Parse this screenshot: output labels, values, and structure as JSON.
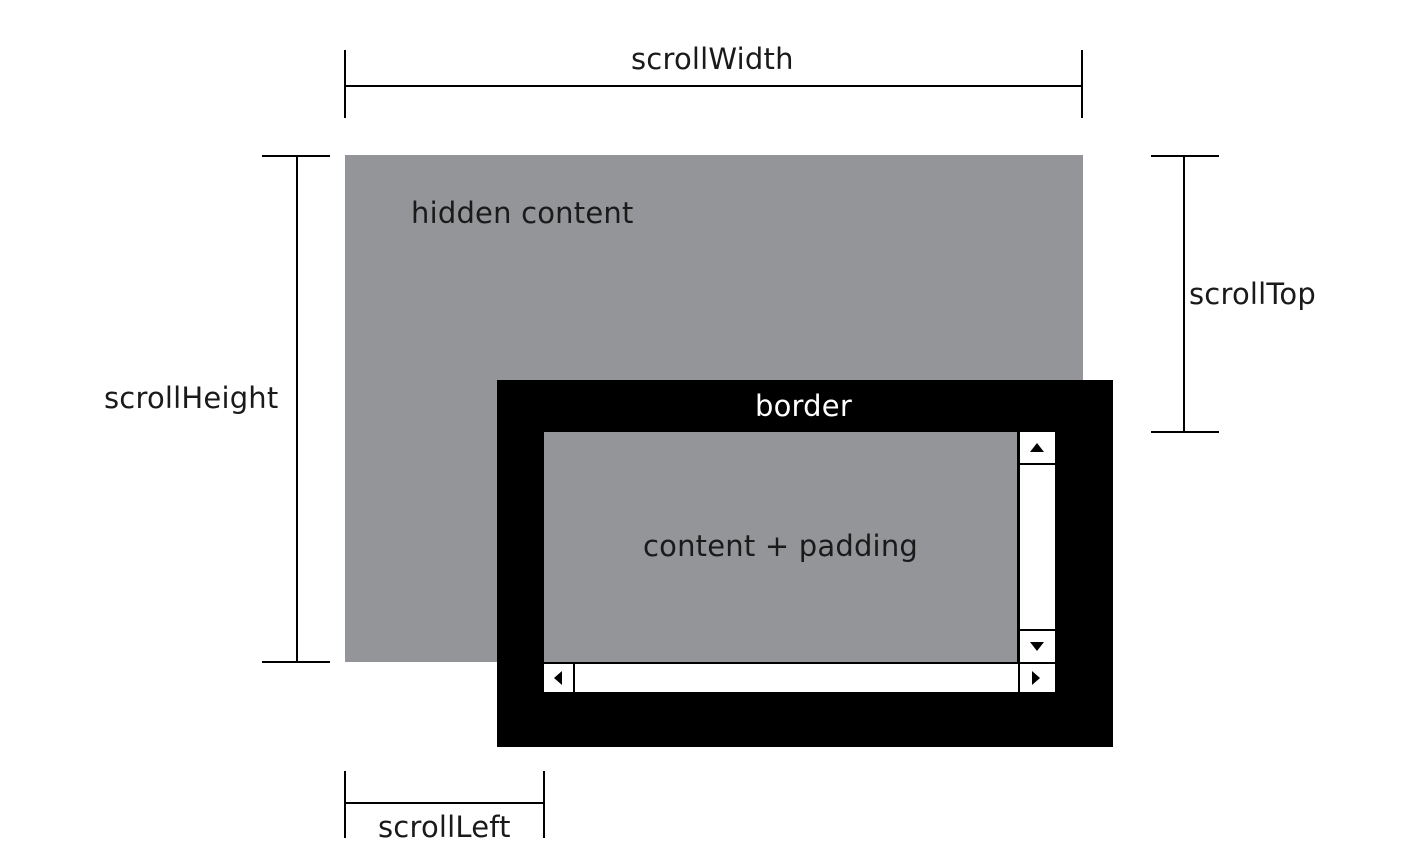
{
  "labels": {
    "scroll_width": "scrollWidth",
    "scroll_height": "scrollHeight",
    "scroll_top": "scrollTop",
    "scroll_left": "scrollLeft",
    "hidden_content": "hidden content",
    "border": "border",
    "content_padding": "content + padding"
  },
  "colors": {
    "hidden_fill": "#949598",
    "content_fill": "#949598",
    "border_fill": "#000000",
    "line": "#000000"
  },
  "icons": {
    "scroll_up": "triangle-up-icon",
    "scroll_down": "triangle-down-icon",
    "scroll_left": "triangle-left-icon",
    "scroll_right": "triangle-right-icon"
  }
}
